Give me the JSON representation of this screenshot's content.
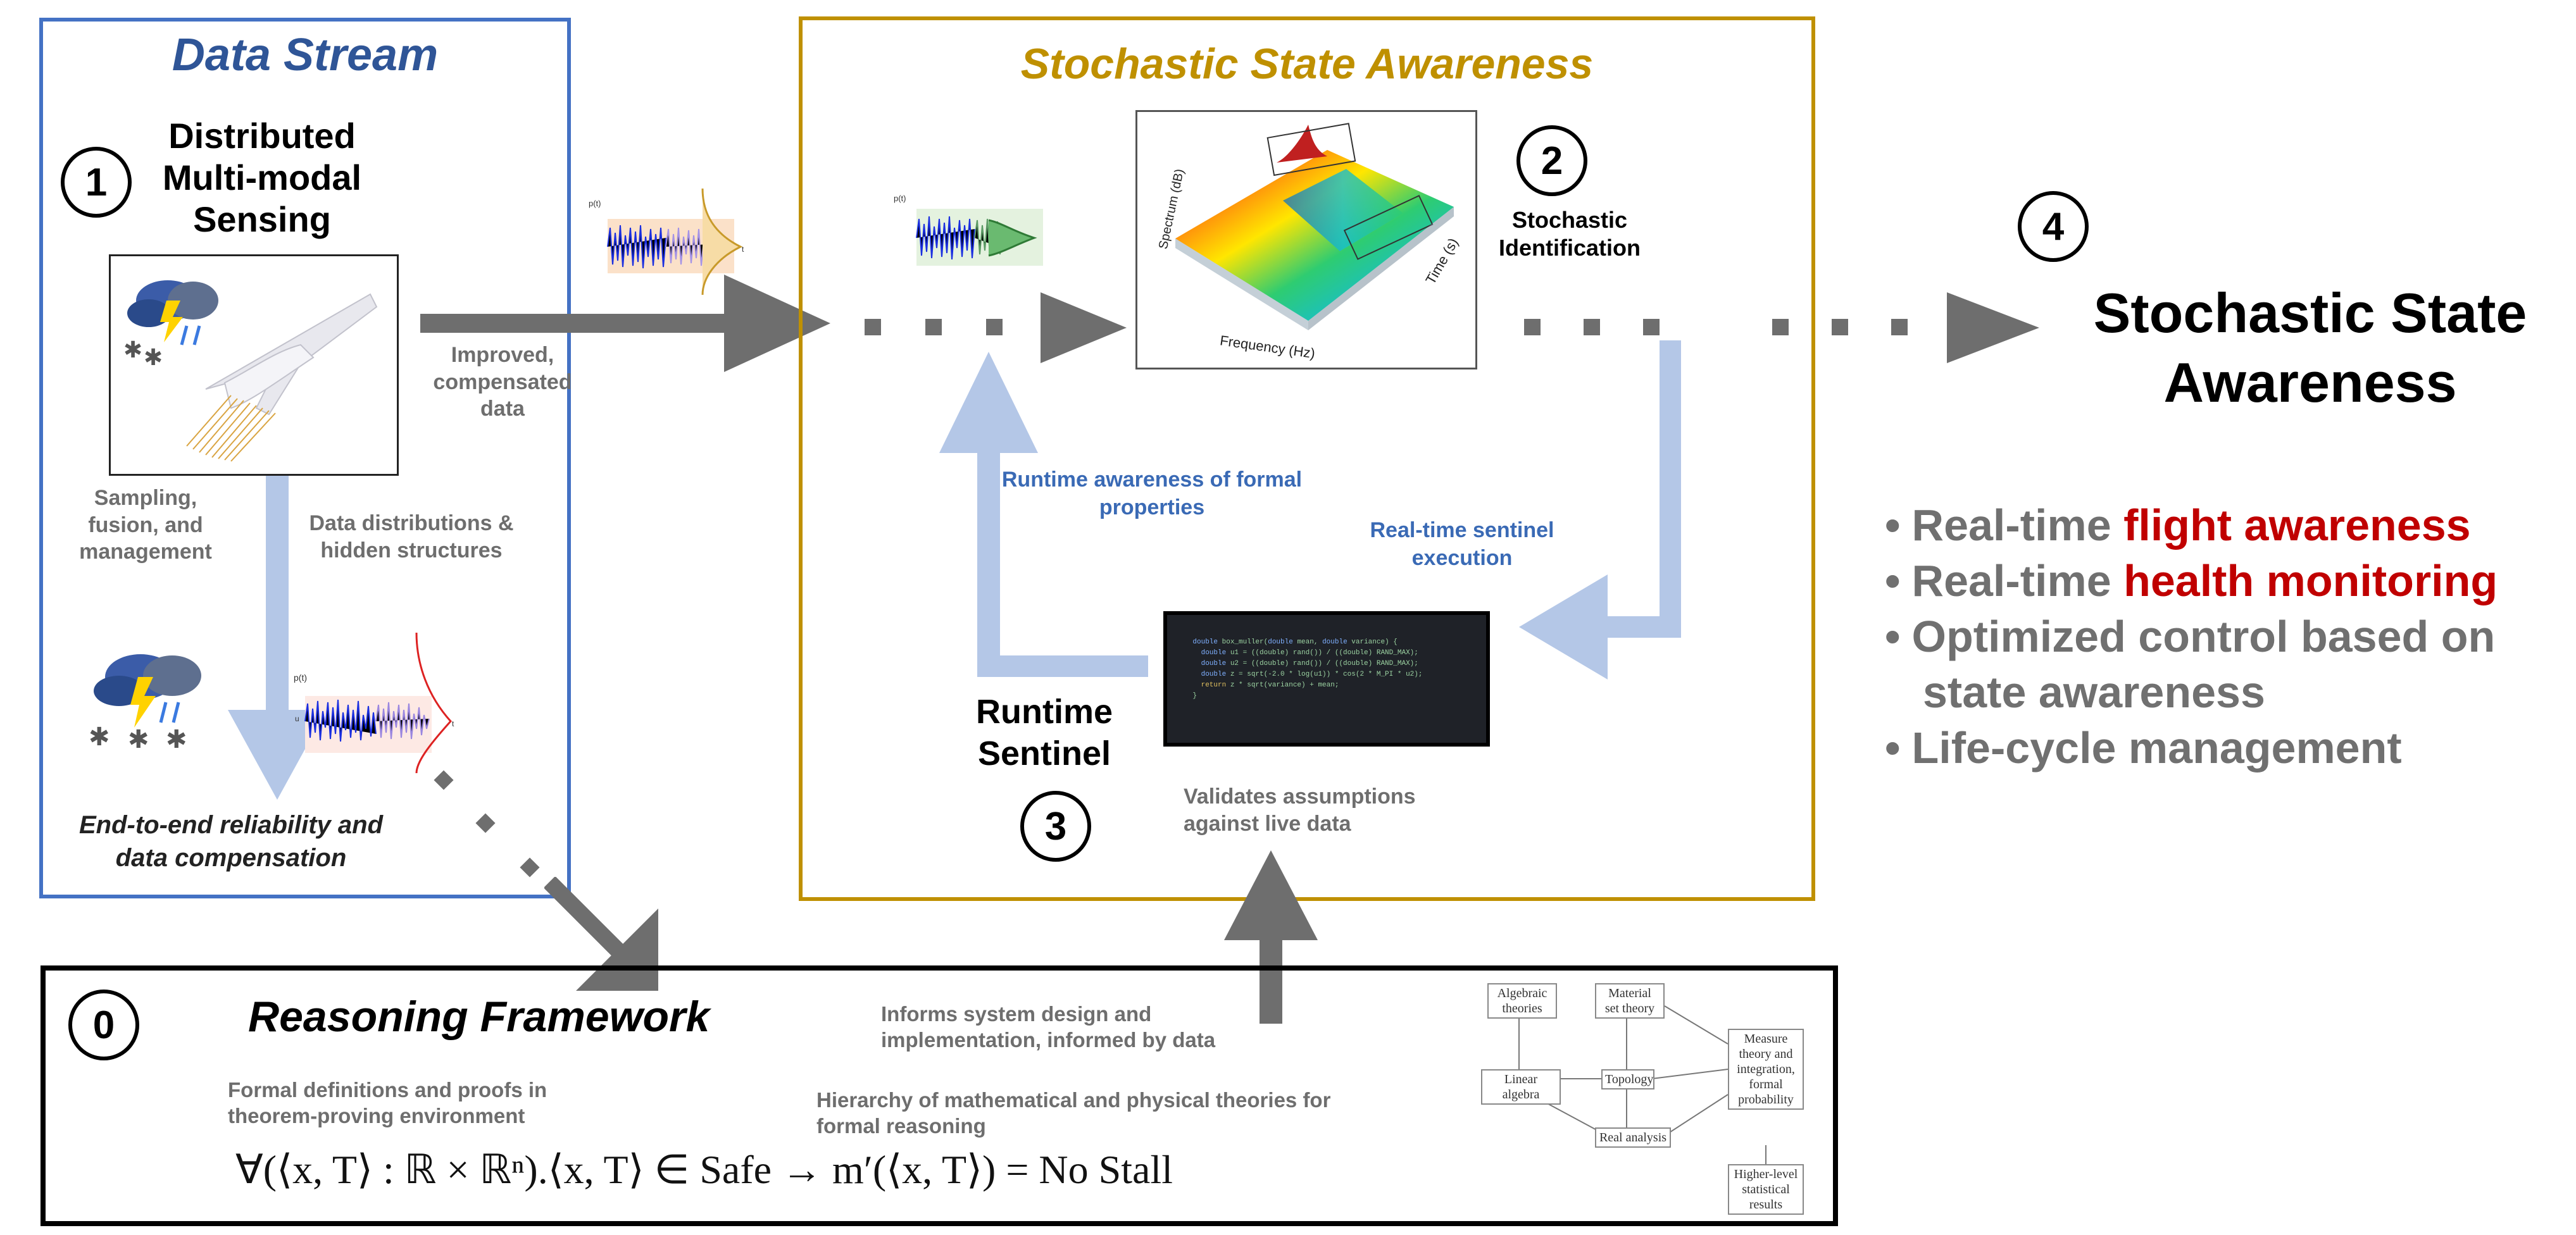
{
  "data_stream": {
    "title": "Data Stream",
    "step": "1",
    "heading_lines": [
      "Distributed",
      "Multi-modal",
      "Sensing"
    ],
    "sampling_lines": [
      "Sampling,",
      "fusion, and",
      "management"
    ],
    "distributions_lines": [
      "Data distributions &",
      "hidden structures"
    ],
    "reliability_lines": [
      "End-to-end reliability and",
      "data compensation"
    ]
  },
  "transfer": {
    "improved_lines": [
      "Improved,",
      "compensated",
      "data"
    ]
  },
  "ssa_box": {
    "title": "Stochastic State Awareness",
    "step_identification": "2",
    "identification_lines": [
      "Stochastic",
      "Identification"
    ],
    "runtime_awareness_lines": [
      "Runtime awareness of formal",
      "properties"
    ],
    "sentinel_execution_lines": [
      "Real-time sentinel",
      "execution"
    ],
    "sentinel_lines": [
      "Runtime",
      "Sentinel"
    ],
    "step_sentinel": "3",
    "validates_lines": [
      "Validates assumptions",
      "against live data"
    ],
    "plot_axes": {
      "x": "Frequency (Hz)",
      "y": "Spectrum (dB)",
      "z": "Time (s)"
    }
  },
  "output": {
    "step": "4",
    "title_lines": [
      "Stochastic State",
      "Awareness"
    ],
    "bullets": [
      {
        "prefix": "Real-time ",
        "highlight": "flight awareness"
      },
      {
        "prefix": "Real-time ",
        "highlight": "health monitoring"
      },
      {
        "prefix": "Optimized control based on",
        "highlight": ""
      },
      {
        "prefix": "state awareness",
        "highlight": "",
        "continuation": true
      },
      {
        "prefix": "Life-cycle management",
        "highlight": ""
      }
    ],
    "bullet_color": "#707070",
    "highlight_color": "#c00000"
  },
  "reasoning": {
    "step": "0",
    "title": "Reasoning Framework",
    "formal_lines": [
      "Formal definitions and proofs in",
      "theorem-proving environment"
    ],
    "informs_lines": [
      "Informs system design and",
      "implementation, informed by data"
    ],
    "hierarchy_lines": [
      "Hierarchy of mathematical and physical theories for",
      "formal reasoning"
    ],
    "formula": "∀(⟨x, T⟩ : ℝ × ℝⁿ).⟨x, T⟩ ∈ Safe → m′(⟨x, T⟩) = No Stall",
    "theory_nodes": {
      "algebraic": [
        "Algebraic",
        "theories"
      ],
      "material": [
        "Material",
        "set theory"
      ],
      "linear": [
        "Linear algebra"
      ],
      "topology": [
        "Topology"
      ],
      "measure": [
        "Measure",
        "theory and",
        "integration,",
        "formal",
        "probability"
      ],
      "real": [
        "Real analysis"
      ],
      "higher": [
        "Higher-level",
        "statistical",
        "results"
      ]
    }
  },
  "colors": {
    "data_stream_border": "#4472c4",
    "data_stream_title": "#2f5597",
    "ssa_border": "#bf9000",
    "ssa_title": "#bf9000",
    "arrow_dark": "#6e6e6e",
    "arrow_light": "#b4c7e7",
    "blue_label": "#3a6ab5"
  }
}
